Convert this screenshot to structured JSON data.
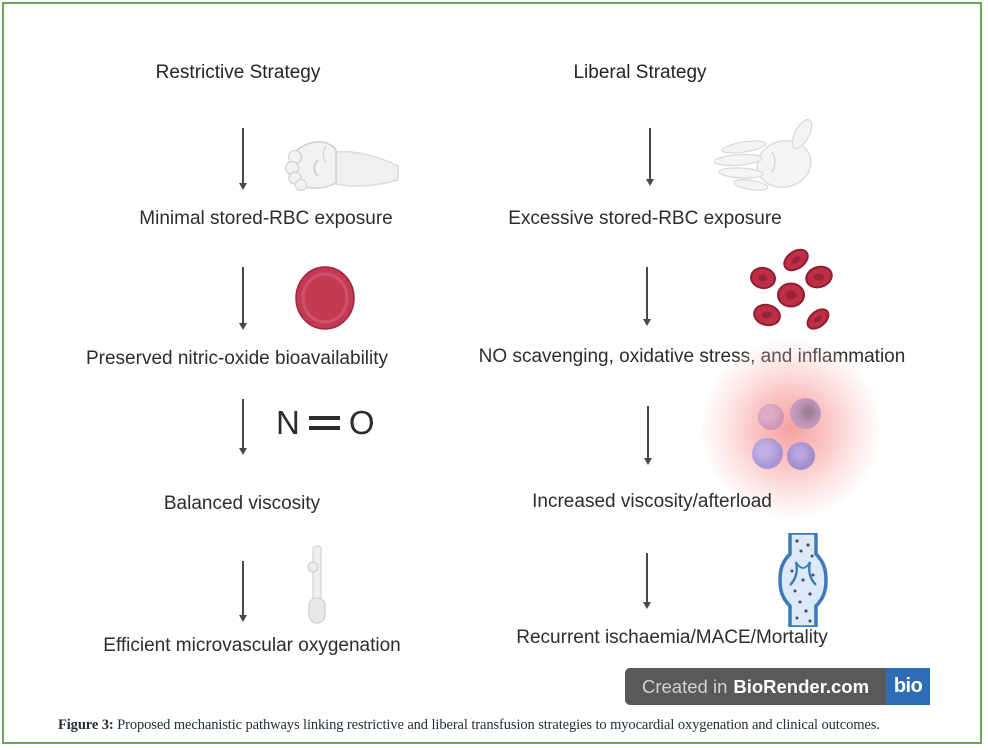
{
  "figure": {
    "type": "mechanistic-pathway-diagram",
    "source_badge": {
      "created_in": "Created in",
      "brand": "BioRender.com",
      "logo": "bio"
    },
    "caption": {
      "label": "Figure 3:",
      "text": "Proposed mechanistic pathways linking restrictive and liberal transfusion strategies to myocardial oxygenation and clinical outcomes."
    }
  },
  "restrictive": {
    "title": "Restrictive Strategy",
    "steps": [
      "Minimal stored-RBC exposure",
      "Preserved nitric-oxide bioavailability",
      "Balanced viscosity",
      "Efficient microvascular oxygenation"
    ],
    "icons": [
      "clenched-fist",
      "red-blood-cell",
      "nitric-oxide-molecule",
      "capillary-tube"
    ]
  },
  "liberal": {
    "title": "Liberal Strategy",
    "steps": [
      "Excessive stored-RBC exposure",
      "NO scavenging, oxidative stress, and inflammation",
      "Increased viscosity/afterload",
      "Recurrent ischaemia/MACE/Mortality"
    ],
    "icons": [
      "open-hand",
      "red-blood-cell-cluster",
      "inflammation-glow",
      "stenosed-blood-vessel"
    ]
  },
  "molecule": {
    "n": "N",
    "o": "O"
  },
  "colors": {
    "border_green": "#6aa84f",
    "rbc_red": "#c43a52",
    "rbc_dark": "#8c1f37",
    "vessel_blue": "#3c7ab8",
    "badge_gray": "#58595b",
    "badge_blue": "#2e6cb5",
    "glow_pink": "#f06461"
  }
}
